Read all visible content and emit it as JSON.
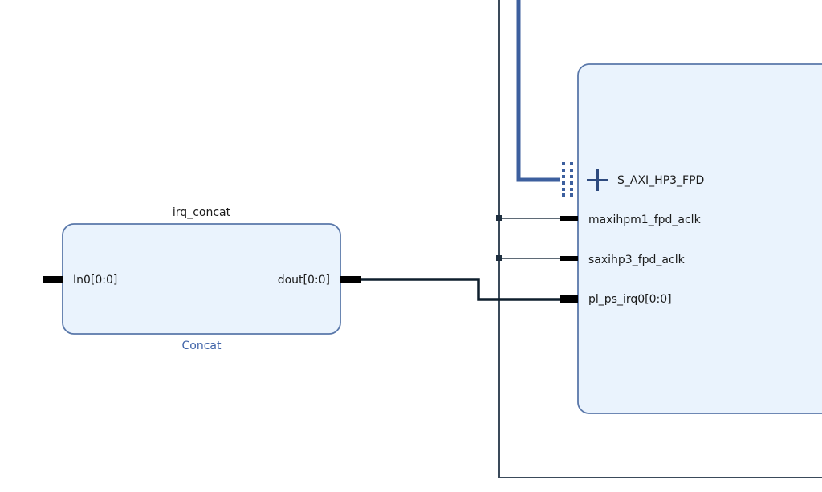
{
  "colors": {
    "block_fill": "#eaf3fd",
    "block_stroke": "#5a78aa",
    "net": "#0f1f2d",
    "bus": "#3c5f9e",
    "frame": "#3a4a5a"
  },
  "concat_block": {
    "instance_name": "irq_concat",
    "ip_name": "Concat",
    "in_port": "In0[0:0]",
    "out_port": "dout[0:0]"
  },
  "ps_block": {
    "bus_interface": "S_AXI_HP3_FPD",
    "bus_expand_icon": "plus-icon",
    "ports": [
      "maxihpm1_fpd_aclk",
      "saxihp3_fpd_aclk",
      "pl_ps_irq0[0:0]"
    ]
  }
}
